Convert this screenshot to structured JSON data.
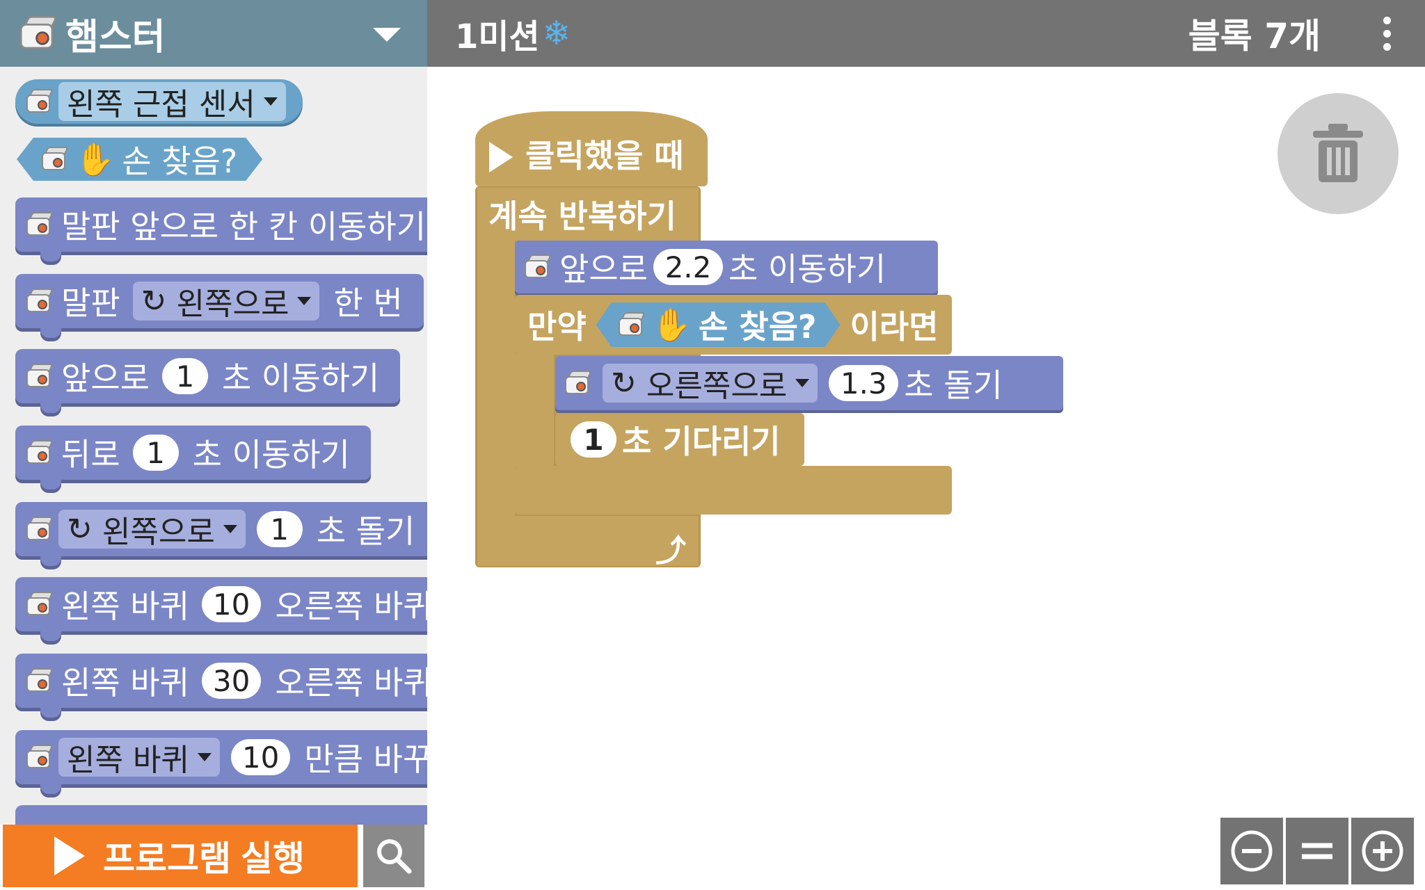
{
  "category": {
    "title": "햄스터"
  },
  "titlebar": {
    "mission": "1미션",
    "snow_icon": "❄",
    "block_count": "블록 7개"
  },
  "palette": {
    "sensor": {
      "dropdown": "왼쪽 근접 센서"
    },
    "hand_found": {
      "label": "손 찾음?"
    },
    "b1": {
      "label": "말판 앞으로 한 칸 이동하기"
    },
    "b2": {
      "prefix": "말판",
      "dropdown": "왼쪽으로",
      "suffix": "한 번"
    },
    "b3": {
      "prefix": "앞으로",
      "value": "1",
      "suffix": "초 이동하기"
    },
    "b4": {
      "prefix": "뒤로",
      "value": "1",
      "suffix": "초 이동하기"
    },
    "b5": {
      "dropdown": "왼쪽으로",
      "value": "1",
      "suffix": "초 돌기"
    },
    "b6": {
      "prefix": "왼쪽 바퀴",
      "value": "10",
      "suffix": "오른쪽 바퀴"
    },
    "b7": {
      "prefix": "왼쪽 바퀴",
      "value": "30",
      "suffix": "오른쪽 바퀴"
    },
    "b8": {
      "dropdown": "왼쪽 바퀴",
      "value": "10",
      "suffix": "만큼 바꾸기"
    }
  },
  "bottom": {
    "run_label": "프로그램 실행"
  },
  "script": {
    "hat": "클릭했을 때",
    "forever": "계속 반복하기",
    "move": {
      "prefix": "앞으로",
      "value": "2.2",
      "suffix": "초 이동하기"
    },
    "if": {
      "prefix": "만약",
      "cond": "손 찾음?",
      "suffix": "이라면"
    },
    "turn": {
      "dropdown": "오른쪽으로",
      "value": "1.3",
      "suffix": "초 돌기"
    },
    "wait": {
      "value": "1",
      "suffix": "초 기다리기"
    }
  },
  "colors": {
    "palette_bg": "#eeeeee",
    "category_bar": "#6b8d9c",
    "title_bar": "#737373",
    "motion_block": "#7b86c6",
    "sensor_block": "#6aa3c9",
    "control_block": "#c5a460",
    "run_button": "#f47c22"
  }
}
